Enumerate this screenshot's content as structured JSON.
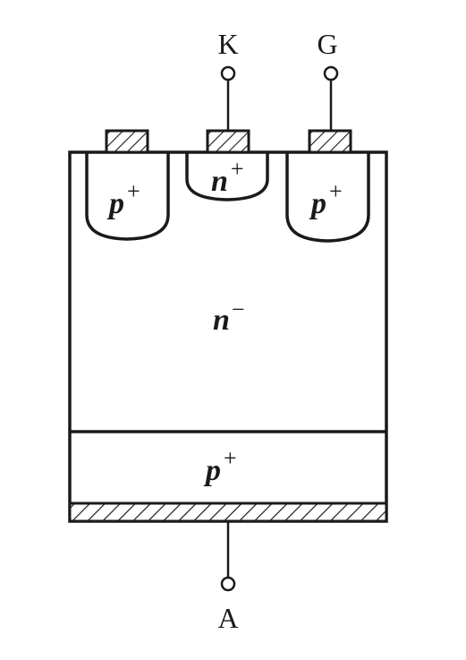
{
  "terminals": {
    "cathode": "K",
    "gate": "G",
    "anode": "A"
  },
  "regions": {
    "p_left": {
      "base": "p",
      "sup": "+"
    },
    "n_plus": {
      "base": "n",
      "sup": "+"
    },
    "p_right": {
      "base": "p",
      "sup": "+"
    },
    "n_drift": {
      "base": "n",
      "sup": "−"
    },
    "p_substrate": {
      "base": "p",
      "sup": "+"
    }
  }
}
